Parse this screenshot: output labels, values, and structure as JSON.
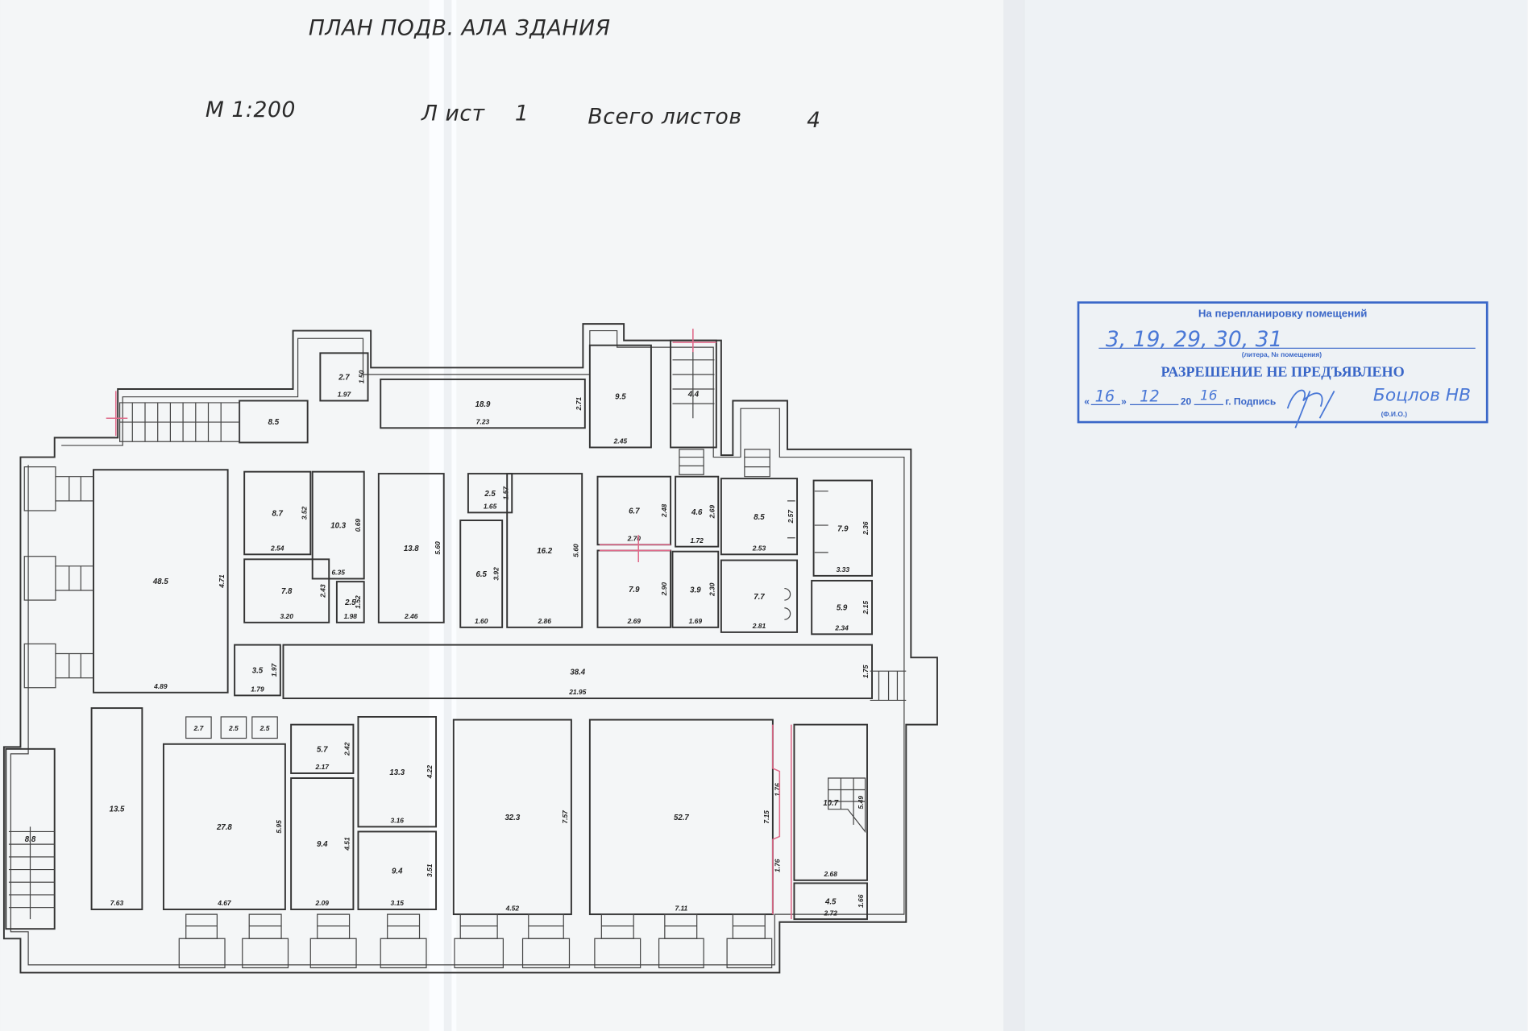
{
  "header": {
    "title": "ПЛАН ПОДВ.   АЛА ЗДАНИЯ",
    "scale": "М 1:200",
    "sheet_label": "Л  ист",
    "sheet_number": "1",
    "total_label": "Всего листов",
    "total_number": "4"
  },
  "plan": {
    "rooms": [
      {
        "area": "48.5",
        "dims": [
          "4.89",
          "4.71"
        ]
      },
      {
        "area": "8.5",
        "dims": []
      },
      {
        "area": "2.7",
        "dims": [
          "1.97",
          "1.50"
        ]
      },
      {
        "area": "8.7",
        "dims": [
          "2.54",
          "3.52"
        ]
      },
      {
        "area": "7.8",
        "dims": [
          "3.20",
          "2.43"
        ]
      },
      {
        "area": "10.3",
        "dims": [
          "6.35",
          "0.69"
        ]
      },
      {
        "area": "2.5",
        "dims": [
          "1.98",
          "1.52"
        ]
      },
      {
        "area": "13.8",
        "dims": [
          "2.46",
          "5.60"
        ]
      },
      {
        "area": "6.5",
        "dims": [
          "1.60",
          "3.92"
        ]
      },
      {
        "area": "2.5",
        "dims": [
          "1.65",
          "1.57"
        ]
      },
      {
        "area": "16.2",
        "dims": [
          "2.86",
          "5.60"
        ]
      },
      {
        "area": "18.9",
        "dims": [
          "7.23",
          "2.71"
        ]
      },
      {
        "area": "9.5",
        "dims": [
          "2.45"
        ]
      },
      {
        "area": "4.4",
        "dims": []
      },
      {
        "area": "6.7",
        "dims": [
          "2.70",
          "2.48"
        ]
      },
      {
        "area": "7.9",
        "dims": [
          "2.69",
          "2.90"
        ]
      },
      {
        "area": "4.6",
        "dims": [
          "1.72",
          "2.69"
        ]
      },
      {
        "area": "3.9",
        "dims": [
          "1.69",
          "2.30"
        ]
      },
      {
        "area": "8.5",
        "dims": [
          "2.53",
          "2.57"
        ]
      },
      {
        "area": "7.7",
        "dims": [
          "2.81"
        ]
      },
      {
        "area": "7.9",
        "dims": [
          "3.33",
          "2.36"
        ]
      },
      {
        "area": "5.9",
        "dims": [
          "2.34",
          "2.15"
        ]
      },
      {
        "area": "38.4",
        "dims": [
          "21.95",
          "1.75"
        ]
      },
      {
        "area": "3.5",
        "dims": [
          "1.79",
          "1.97"
        ]
      },
      {
        "area": "13.5",
        "dims": [
          "7.63"
        ]
      },
      {
        "area": "8.8",
        "dims": []
      },
      {
        "area": "27.8",
        "dims": [
          "4.67",
          "5.95"
        ]
      },
      {
        "area": "5.7",
        "dims": [
          "2.17",
          "2.42"
        ]
      },
      {
        "area": "9.4",
        "dims": [
          "2.09",
          "4.51"
        ]
      },
      {
        "area": "13.3",
        "dims": [
          "3.16",
          "4.22"
        ]
      },
      {
        "area": "9.4",
        "dims": [
          "3.15",
          "3.51"
        ]
      },
      {
        "area": "32.3",
        "dims": [
          "4.52",
          "7.57"
        ]
      },
      {
        "area": "52.7",
        "dims": [
          "7.11",
          "7.15"
        ]
      },
      {
        "area": "10.7",
        "dims": [
          "2.68",
          "5.49"
        ]
      },
      {
        "area": "4.5",
        "dims": [
          "2.72",
          "1.66"
        ]
      }
    ],
    "wall_segment_dims": [
      "1.76",
      "1.76"
    ],
    "closets": [
      "2.7",
      "2.5",
      "2.5"
    ]
  },
  "stamp": {
    "heading": "На перепланировку помещений",
    "rooms_handwritten": "3, 19, 29, 30, 31",
    "rooms_caption": "(литера, № помещения)",
    "verdict": "РАЗРЕШЕНИЕ НЕ ПРЕДЪЯВЛЕНО",
    "day": "16",
    "month": "12",
    "year_prefix": "20",
    "year_suffix": "16",
    "signature_label": "г. Подпись",
    "signature_name": "Боцлов НВ",
    "name_caption": "(Ф.И.О.)",
    "color": "#3a67c8"
  }
}
